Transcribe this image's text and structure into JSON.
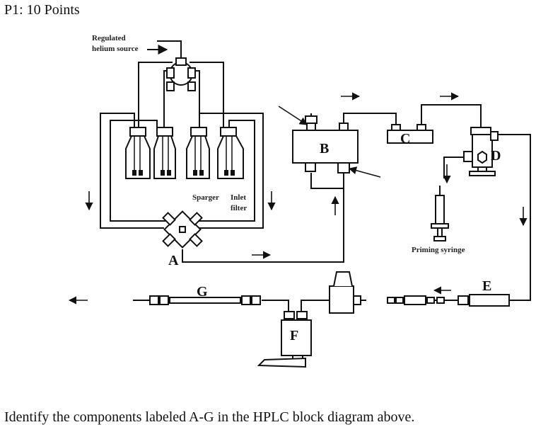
{
  "header": "P1: 10 Points",
  "question": "Identify the components labeled A-G in the HPLC block diagram above.",
  "diagram": {
    "labels": {
      "A": "A",
      "B": "B",
      "C": "C",
      "D": "D",
      "E": "E",
      "F": "F",
      "G": "G"
    },
    "annotations": {
      "helium_line1": "Regulated",
      "helium_line2": "helium source",
      "sparger": "Sparger",
      "inlet_line1": "Inlet",
      "inlet_line2": "filter",
      "priming_syringe": "Priming syringe"
    }
  }
}
